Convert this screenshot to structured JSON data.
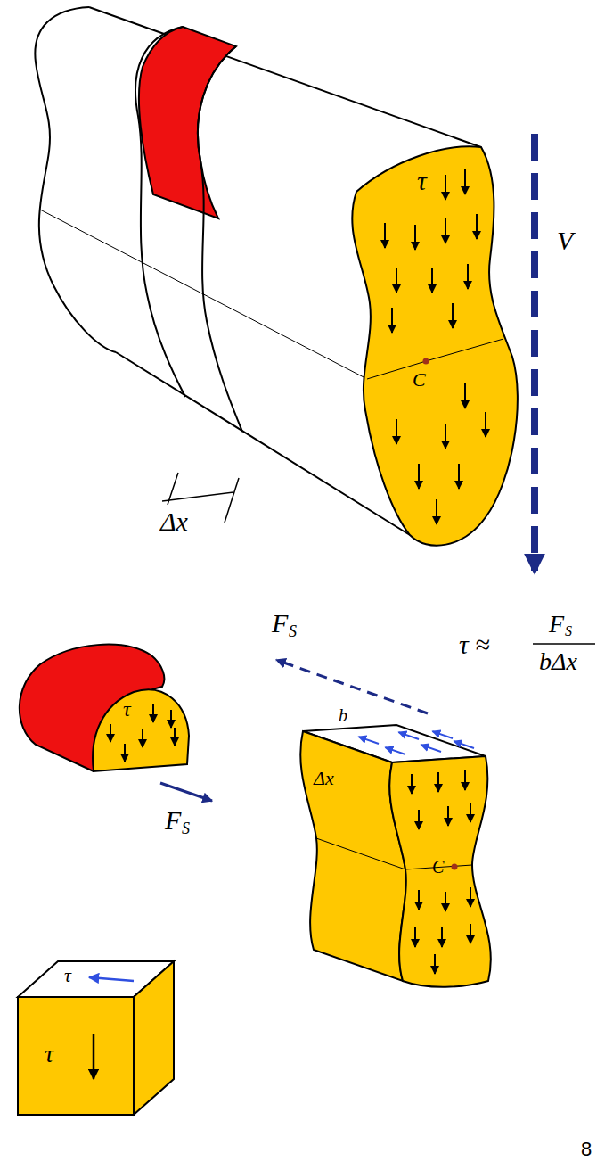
{
  "diagram": {
    "labels": [
      "τ",
      "C",
      "V",
      "Δx",
      "τ",
      "F",
      "S",
      "F",
      "S",
      "τ ≈",
      "F",
      "S",
      "bΔx",
      "b",
      "Δx",
      "C",
      "τ",
      "τ",
      "8"
    ]
  }
}
